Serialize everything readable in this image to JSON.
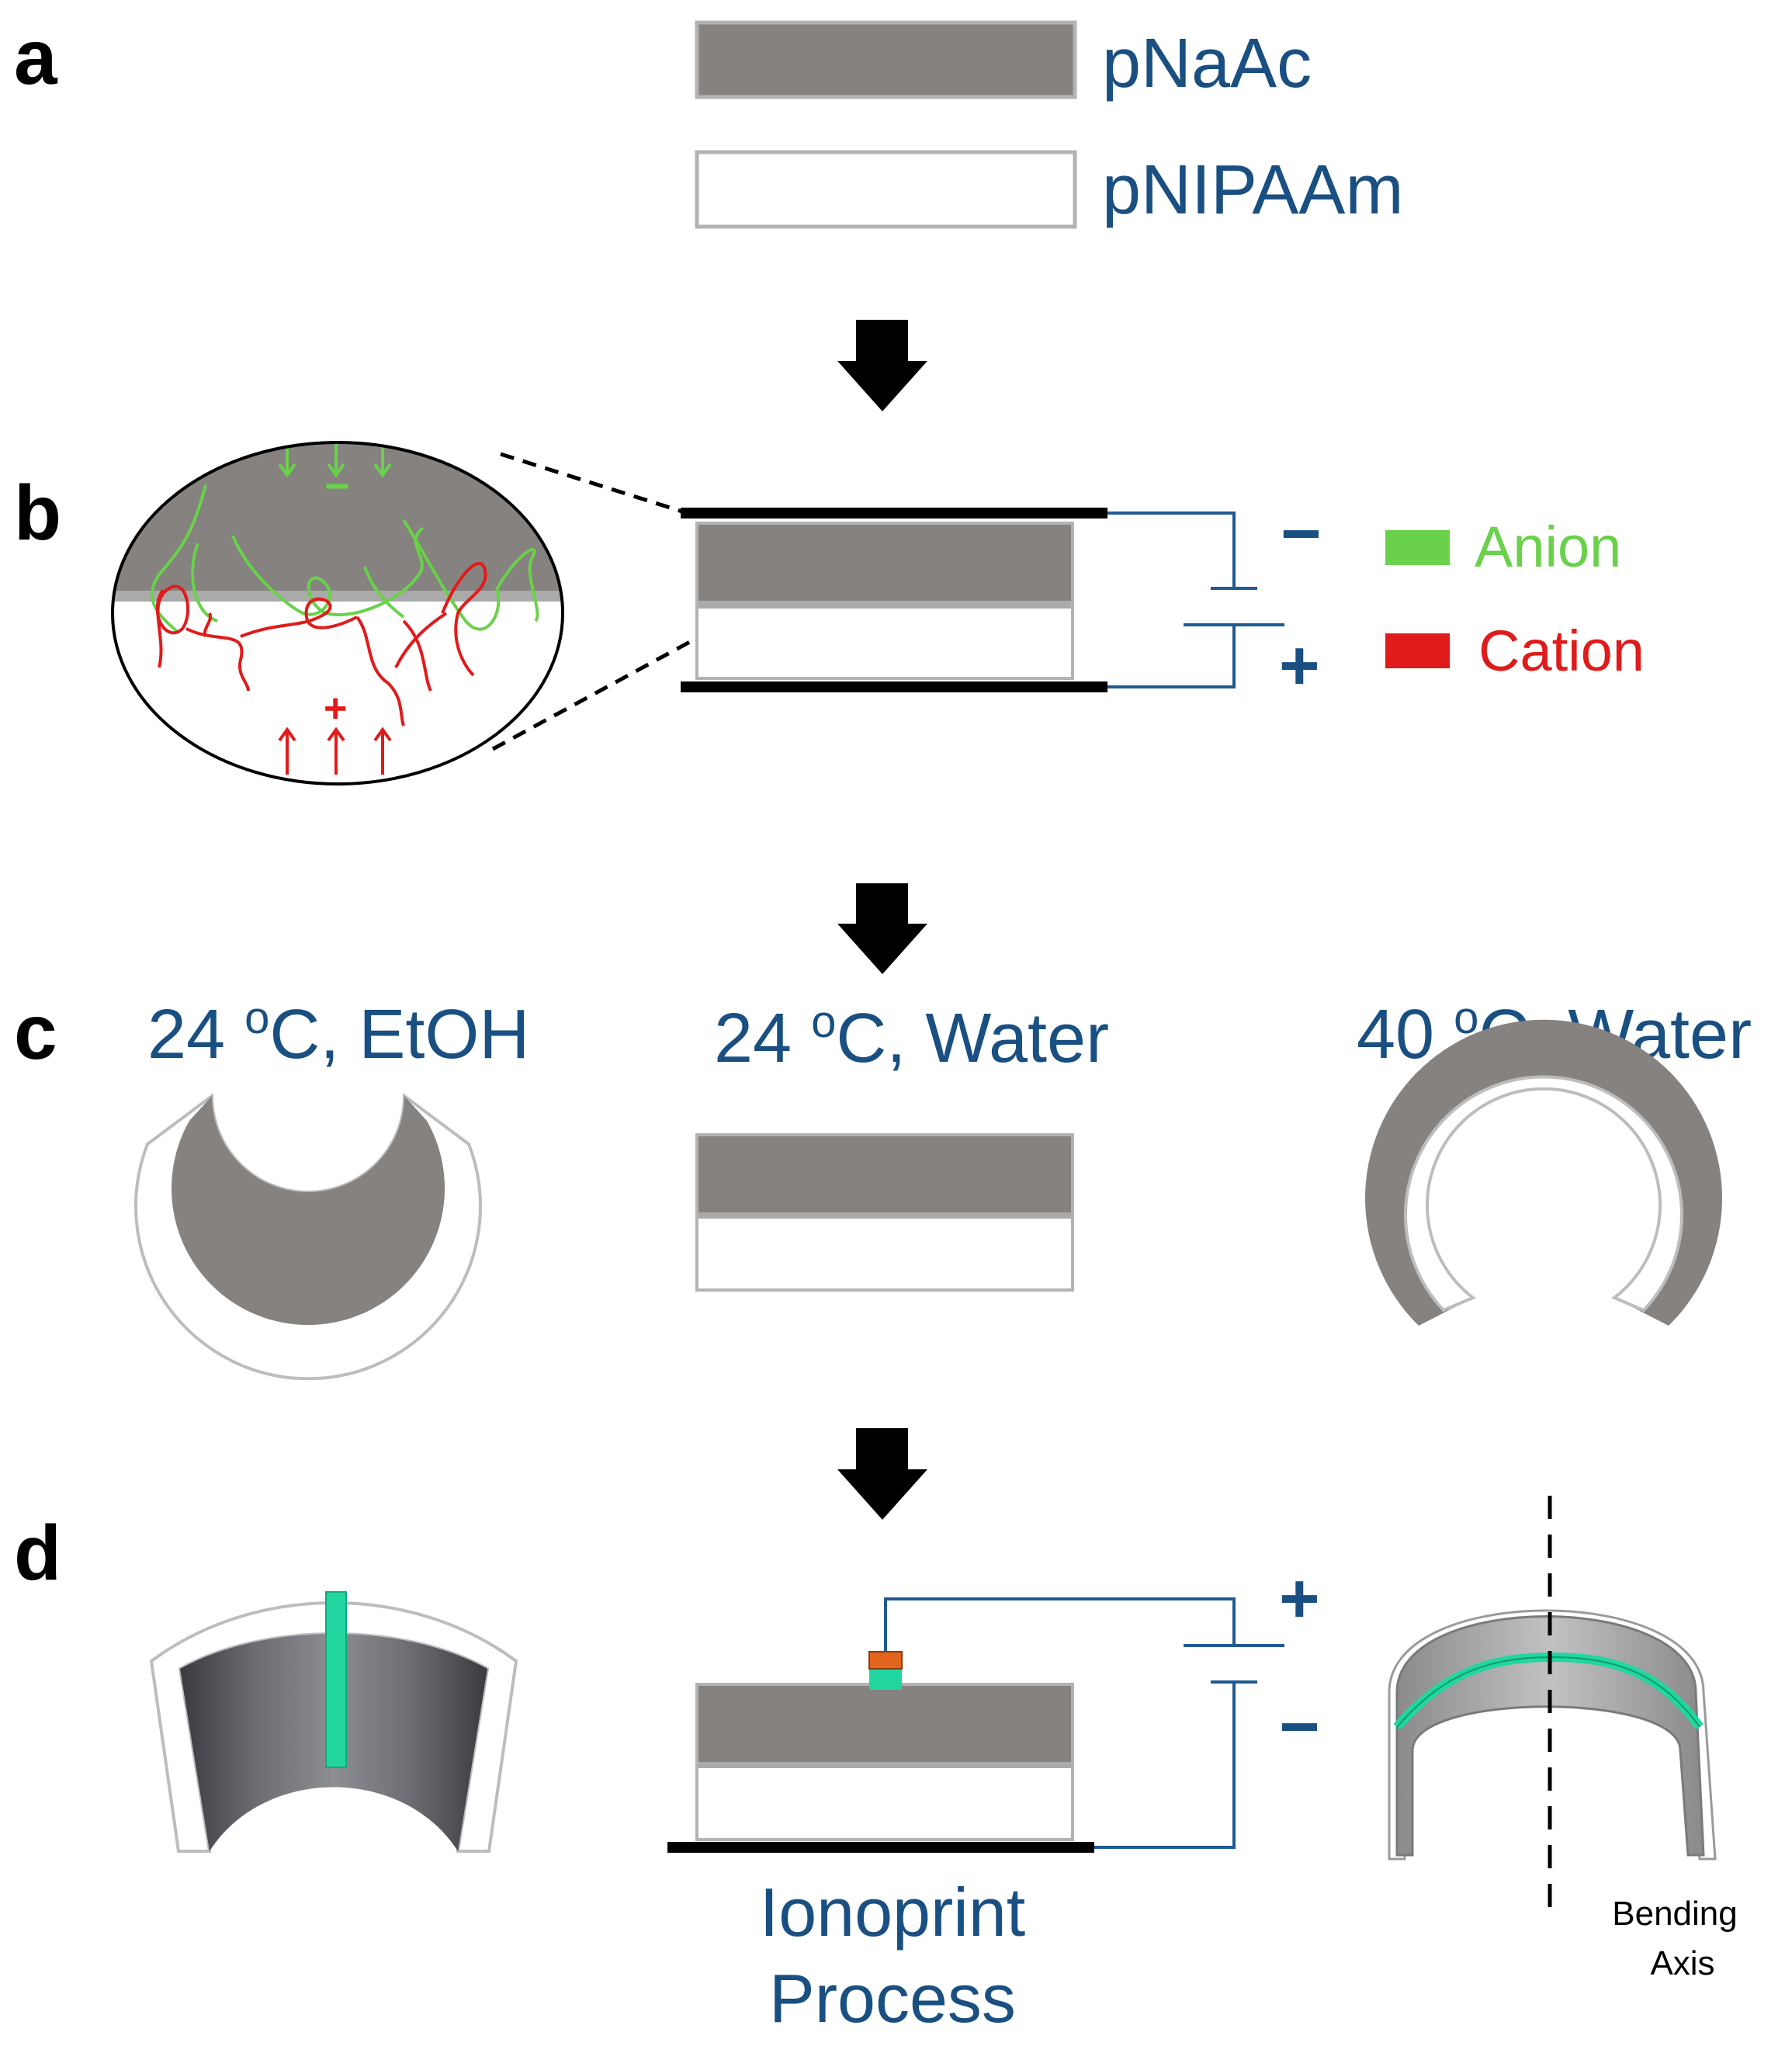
{
  "panels": {
    "a": "a",
    "b": "b",
    "c": "c",
    "d": "d"
  },
  "materials": {
    "pnaac": "pNaAc",
    "pnipaam": "pNIPAAm"
  },
  "charges": {
    "minus": "−",
    "plus": "+",
    "d_plus": "+",
    "d_minus": "−",
    "zoom_minus": "−",
    "zoom_plus": "+"
  },
  "legend": {
    "anion": "Anion",
    "cation": "Cation"
  },
  "conditions": {
    "c1_temp": "24 ",
    "c1_unit": "C, EtOH",
    "c2_temp": "24 ",
    "c2_unit": "C, Water",
    "c3_temp": "40 ",
    "c3_unit": "C, Water",
    "degree": "o"
  },
  "process": {
    "line1": "Ionoprint",
    "line2": "Process"
  },
  "axis": {
    "line1": "Bending",
    "line2": "Axis"
  },
  "colors": {
    "text_blue": "#1a4f82",
    "gel_gray": "#858280",
    "anion_green": "#6ad14a",
    "cation_red": "#e01b1b",
    "ionoprint_teal": "#22d6a0",
    "electrode_orange": "#e2641d",
    "wire_blue": "#1f5a91"
  }
}
